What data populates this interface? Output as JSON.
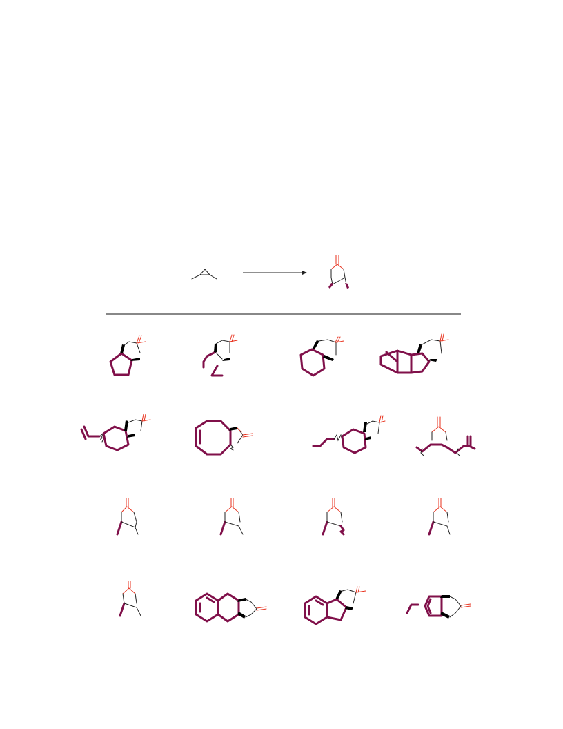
{
  "diagram": {
    "colors": {
      "ring": "#80104a",
      "carbonyl": "#e8301c",
      "bond": "#222222",
      "wedge": "#000000",
      "rule": "#888888"
    },
    "reaction": {
      "arrow": "right-arrow"
    },
    "rows": 4,
    "columns": 4,
    "products": 16
  }
}
